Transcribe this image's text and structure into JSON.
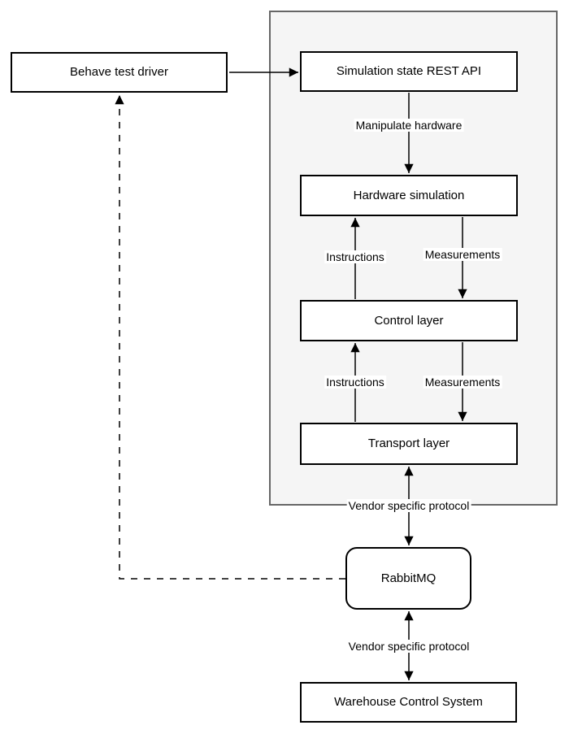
{
  "diagram": {
    "nodes": {
      "behave": {
        "label": "Behave test driver",
        "shape": "rect"
      },
      "restapi": {
        "label": "Simulation state REST API",
        "shape": "rect"
      },
      "hwsim": {
        "label": "Hardware simulation",
        "shape": "rect"
      },
      "control": {
        "label": "Control layer",
        "shape": "rect"
      },
      "transport": {
        "label": "Transport layer",
        "shape": "rect"
      },
      "rabbitmq": {
        "label": "RabbitMQ",
        "shape": "rounded-rect"
      },
      "wcs": {
        "label": "Warehouse Control System",
        "shape": "rect"
      }
    },
    "edge_labels": {
      "manipulate_hardware": "Manipulate hardware",
      "instructions_1": "Instructions",
      "measurements_1": "Measurements",
      "instructions_2": "Instructions",
      "measurements_2": "Measurements",
      "vendor_protocol_1": "Vendor specific protocol",
      "vendor_protocol_2": "Vendor specific protocol"
    },
    "edges": [
      {
        "from": "behave",
        "to": "restapi",
        "style": "solid",
        "arrows": "end"
      },
      {
        "from": "restapi",
        "to": "hwsim",
        "style": "solid",
        "arrows": "end",
        "label": "Manipulate hardware"
      },
      {
        "from": "control",
        "to": "hwsim",
        "style": "solid",
        "arrows": "end",
        "label": "Instructions"
      },
      {
        "from": "hwsim",
        "to": "control",
        "style": "solid",
        "arrows": "end",
        "label": "Measurements"
      },
      {
        "from": "transport",
        "to": "control",
        "style": "solid",
        "arrows": "end",
        "label": "Instructions"
      },
      {
        "from": "control",
        "to": "transport",
        "style": "solid",
        "arrows": "end",
        "label": "Measurements"
      },
      {
        "from": "transport",
        "to": "rabbitmq",
        "style": "solid",
        "arrows": "both",
        "label": "Vendor specific protocol"
      },
      {
        "from": "rabbitmq",
        "to": "wcs",
        "style": "solid",
        "arrows": "both",
        "label": "Vendor specific protocol"
      },
      {
        "from": "rabbitmq",
        "to": "behave",
        "style": "dashed",
        "arrows": "end"
      }
    ],
    "colors": {
      "node_fill": "#ffffff",
      "node_border": "#000000",
      "container_fill": "#f5f5f5",
      "container_border": "#666666",
      "line": "#000000",
      "background": "#ffffff"
    }
  }
}
